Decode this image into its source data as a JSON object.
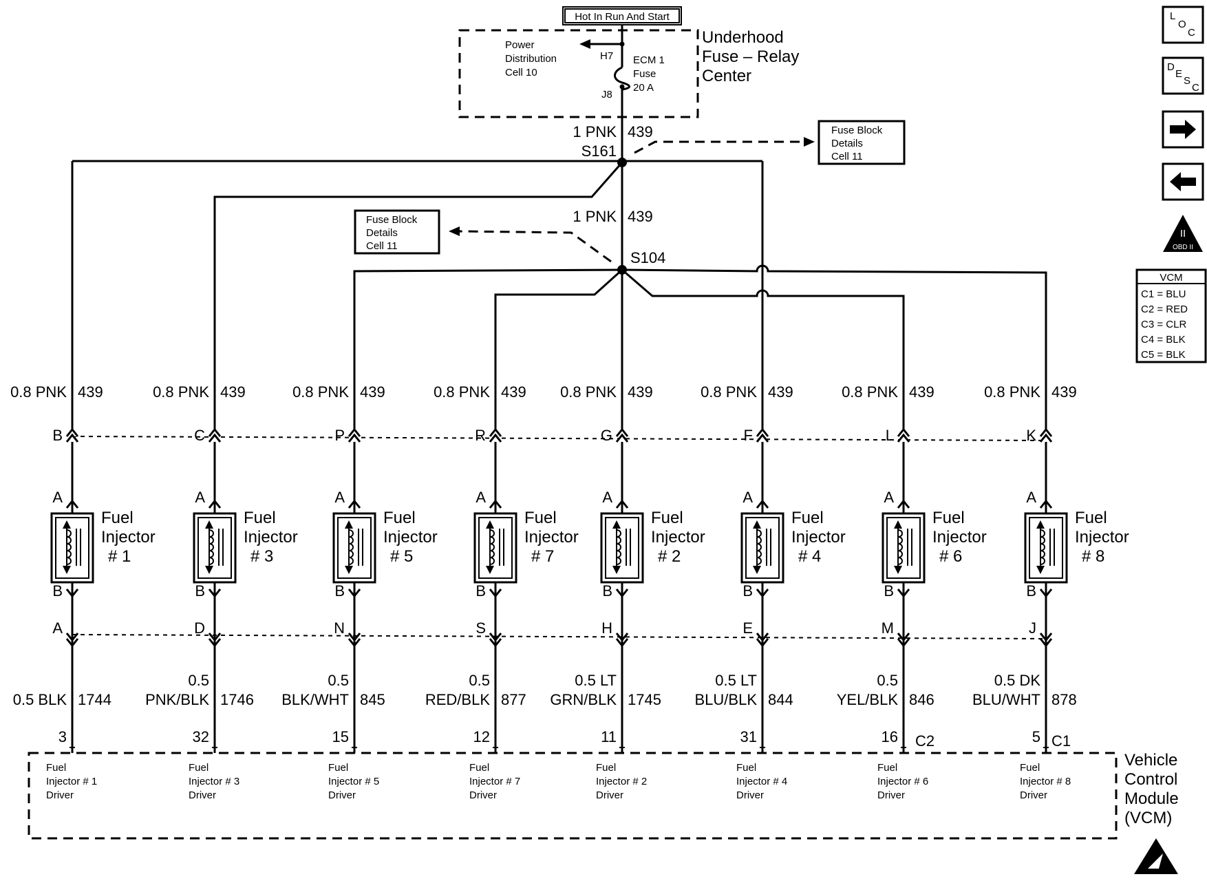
{
  "top_label": "Hot In Run And Start",
  "pdc": {
    "line1": "Power",
    "line2": "Distribution",
    "line3": "Cell 10",
    "pin_h7": "H7",
    "pin_j8": "J8",
    "fuse_line1": "ECM 1",
    "fuse_line2": "Fuse",
    "fuse_line3": "20 A",
    "title_line1": "Underhood",
    "title_line2": "Fuse – Relay",
    "title_line3": "Center"
  },
  "feed": {
    "wire1_color": "1 PNK",
    "wire1_circuit": "439",
    "splice1": "S161",
    "wire2_color": "1 PNK",
    "wire2_circuit": "439",
    "splice2": "S104"
  },
  "fuse_block_ref_1": {
    "line1": "Fuse Block",
    "line2": "Details",
    "line3": "Cell 11"
  },
  "fuse_block_ref_2": {
    "line1": "Fuse Block",
    "line2": "Details",
    "line3": "Cell 11"
  },
  "nav": {
    "loc": {
      "l1": "L",
      "l2": "O",
      "l3": "C"
    },
    "desc": {
      "l1": "D",
      "l2": "E",
      "l3": "S",
      "l4": "C"
    },
    "obd_line1": "II",
    "obd_line2": "OBD II"
  },
  "vcm_legend": {
    "title": "VCM",
    "rows": [
      "C1 = BLU",
      "C2 = RED",
      "C3 = CLR",
      "C4 = BLK",
      "C5 = BLK"
    ]
  },
  "injectors": [
    {
      "feed_color": "0.8 PNK",
      "feed_circuit": "439",
      "harness_top_pin": "B",
      "pin_a": "A",
      "pin_b": "B",
      "name1": "Fuel",
      "name2": "Injector",
      "name3": "# 1",
      "harness_bottom_pin": "A",
      "drv_color1": "",
      "drv_color2": "0.5 BLK",
      "drv_circuit": "1744",
      "vcm_pin": "3",
      "driver1": "Fuel",
      "driver2": "Injector # 1",
      "driver3": "Driver"
    },
    {
      "feed_color": "0.8 PNK",
      "feed_circuit": "439",
      "harness_top_pin": "C",
      "pin_a": "A",
      "pin_b": "B",
      "name1": "Fuel",
      "name2": "Injector",
      "name3": "# 3",
      "harness_bottom_pin": "D",
      "drv_color1": "0.5",
      "drv_color2": "PNK/BLK",
      "drv_circuit": "1746",
      "vcm_pin": "32",
      "driver1": "Fuel",
      "driver2": "Injector # 3",
      "driver3": "Driver"
    },
    {
      "feed_color": "0.8 PNK",
      "feed_circuit": "439",
      "harness_top_pin": "P",
      "pin_a": "A",
      "pin_b": "B",
      "name1": "Fuel",
      "name2": "Injector",
      "name3": "# 5",
      "harness_bottom_pin": "N",
      "drv_color1": "0.5",
      "drv_color2": "BLK/WHT",
      "drv_circuit": "845",
      "vcm_pin": "15",
      "driver1": "Fuel",
      "driver2": "Injector # 5",
      "driver3": "Driver"
    },
    {
      "feed_color": "0.8 PNK",
      "feed_circuit": "439",
      "harness_top_pin": "R",
      "pin_a": "A",
      "pin_b": "B",
      "name1": "Fuel",
      "name2": "Injector",
      "name3": "# 7",
      "harness_bottom_pin": "S",
      "drv_color1": "0.5",
      "drv_color2": "RED/BLK",
      "drv_circuit": "877",
      "vcm_pin": "12",
      "driver1": "Fuel",
      "driver2": "Injector # 7",
      "driver3": "Driver"
    },
    {
      "feed_color": "0.8 PNK",
      "feed_circuit": "439",
      "harness_top_pin": "G",
      "pin_a": "A",
      "pin_b": "B",
      "name1": "Fuel",
      "name2": "Injector",
      "name3": "# 2",
      "harness_bottom_pin": "H",
      "drv_color1": "0.5 LT",
      "drv_color2": "GRN/BLK",
      "drv_circuit": "1745",
      "vcm_pin": "11",
      "driver1": "Fuel",
      "driver2": "Injector # 2",
      "driver3": "Driver"
    },
    {
      "feed_color": "0.8 PNK",
      "feed_circuit": "439",
      "harness_top_pin": "F",
      "pin_a": "A",
      "pin_b": "B",
      "name1": "Fuel",
      "name2": "Injector",
      "name3": "# 4",
      "harness_bottom_pin": "E",
      "drv_color1": "0.5 LT",
      "drv_color2": "BLU/BLK",
      "drv_circuit": "844",
      "vcm_pin": "31",
      "driver1": "Fuel",
      "driver2": "Injector # 4",
      "driver3": "Driver"
    },
    {
      "feed_color": "0.8 PNK",
      "feed_circuit": "439",
      "harness_top_pin": "L",
      "pin_a": "A",
      "pin_b": "B",
      "name1": "Fuel",
      "name2": "Injector",
      "name3": "# 6",
      "harness_bottom_pin": "M",
      "drv_color1": "0.5",
      "drv_color2": "YEL/BLK",
      "drv_circuit": "846",
      "vcm_pin": "16",
      "driver1": "Fuel",
      "driver2": "Injector # 6",
      "driver3": "Driver"
    },
    {
      "feed_color": "0.8 PNK",
      "feed_circuit": "439",
      "harness_top_pin": "K",
      "pin_a": "A",
      "pin_b": "B",
      "name1": "Fuel",
      "name2": "Injector",
      "name3": "# 8",
      "harness_bottom_pin": "J",
      "drv_color1": "0.5 DK",
      "drv_color2": "BLU/WHT",
      "drv_circuit": "878",
      "vcm_pin": "5",
      "driver1": "Fuel",
      "driver2": "Injector # 8",
      "driver3": "Driver"
    }
  ],
  "vcm": {
    "connector_c2": "C2",
    "connector_c1": "C1",
    "title1": "Vehicle",
    "title2": "Control",
    "title3": "Module",
    "title4": "(VCM)"
  }
}
